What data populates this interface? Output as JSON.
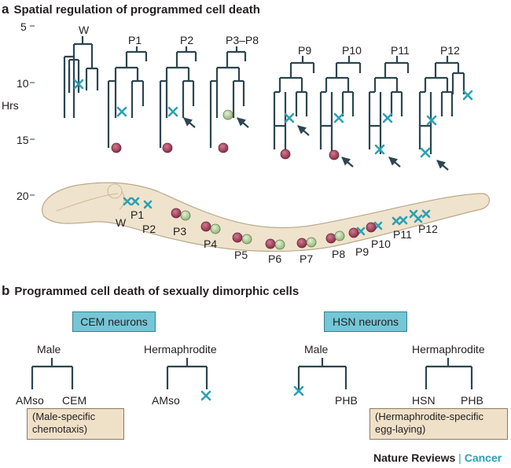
{
  "section_a": {
    "letter": "a",
    "title": "Spatial regulation of programmed cell death"
  },
  "section_b": {
    "letter": "b",
    "title": "Programmed cell death of sexually dimorphic cells"
  },
  "axis": {
    "label": "Hrs",
    "ticks": [
      "5",
      "10",
      "15",
      "20"
    ]
  },
  "lineages": [
    "W",
    "P1",
    "P2",
    "P3–P8",
    "P9",
    "P10",
    "P11",
    "P12"
  ],
  "worm_labels": [
    "W",
    "P1",
    "P2",
    "P3",
    "P4",
    "P5",
    "P6",
    "P7",
    "P8",
    "P9",
    "P10",
    "P11",
    "P12"
  ],
  "cem": {
    "box": "CEM neurons",
    "male": "Male",
    "male_left": "AMso",
    "male_right": "CEM",
    "herm": "Hermaphrodite",
    "herm_left": "AMso",
    "note_line1": "(Male-specific",
    "note_line2": "chemotaxis)"
  },
  "hsn": {
    "box": "HSN neurons",
    "male": "Male",
    "male_right": "PHB",
    "herm": "Hermaphrodite",
    "herm_left": "HSN",
    "herm_right": "PHB",
    "note_line1": "(Hermaphrodite-specific",
    "note_line2": "egg-laying)"
  },
  "brand": {
    "name": "Nature Reviews",
    "separator": " | ",
    "section": "Cancer"
  },
  "colors": {
    "line": "#2d4550",
    "cross": "#2aa1b3",
    "dead_cell": "#a4465f",
    "survive_cell": "#b9d79e",
    "worm": "#f0e3cd",
    "blue_box": "#75c6d6",
    "tan_box": "#efe0c8"
  }
}
